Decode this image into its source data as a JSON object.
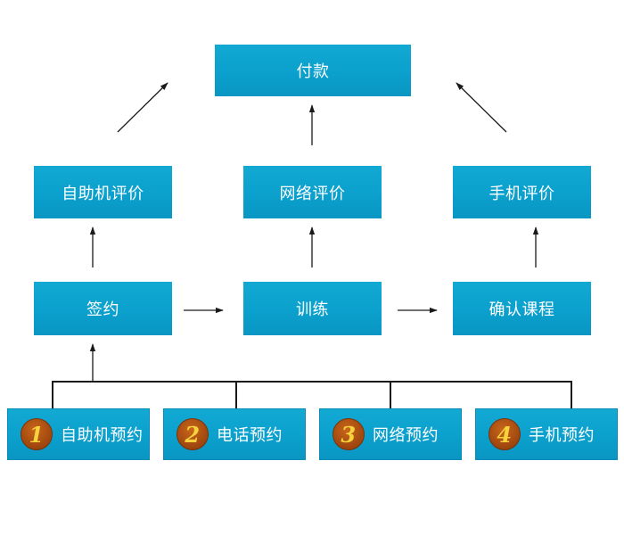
{
  "nodes": {
    "payment": "付款",
    "kiosk_review": "自助机评价",
    "web_review": "网络评价",
    "phone_review": "手机评价",
    "sign": "签约",
    "training": "训练",
    "confirm_course": "确认课程"
  },
  "bookings": [
    {
      "number": "1",
      "label": "自助机预约"
    },
    {
      "number": "2",
      "label": "电话预约"
    },
    {
      "number": "3",
      "label": "网络预约"
    },
    {
      "number": "4",
      "label": "手机预约"
    }
  ],
  "colors": {
    "box": "#0ba0cd",
    "badge": "#a44a10",
    "badge_number": "#f6d23c",
    "line": "#1a1a1a"
  }
}
